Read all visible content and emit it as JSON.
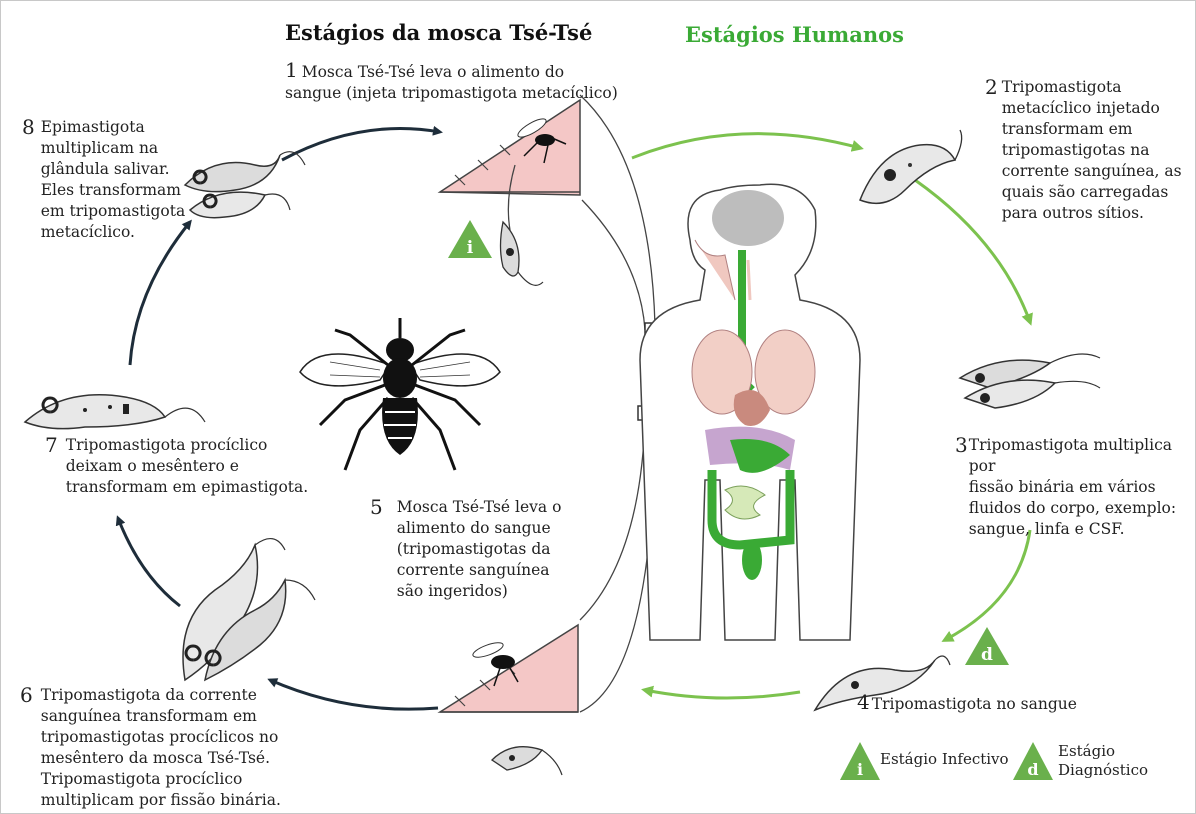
{
  "titles": {
    "fly": "Estágios da mosca Tsé-Tsé",
    "human": "Estágios Humanos"
  },
  "colors": {
    "human_green": "#3aaa35",
    "arrow_green": "#7cc24e",
    "arrow_dark": "#1e2d3a",
    "skin_pink": "#f4c7c6",
    "badge_green": "#6ab04c"
  },
  "steps": [
    {
      "num": "1",
      "text": "Mosca Tsé-Tsé leva o alimento do\nsangue (injeta tripomastigota metacíclico)"
    },
    {
      "num": "2",
      "text": "Tripomastigota\nmetacíclico injetado\ntransformam em\ntripomastigotas na\ncorrente sanguínea, as\nquais são carregadas\npara outros sítios."
    },
    {
      "num": "3",
      "text": "Tripomastigota multiplica por\nfissão binária em vários\nfluidos do corpo, exemplo:\nsangue, linfa e CSF."
    },
    {
      "num": "4",
      "text": "Tripomastigota no sangue"
    },
    {
      "num": "5",
      "text": "Mosca Tsé-Tsé leva o\nalimento do sangue\n(tripomastigotas da\ncorrente sanguínea\nsão ingeridos)"
    },
    {
      "num": "6",
      "text": "Tripomastigota da corrente\nsanguínea transformam em\ntripomastigotas procíclicos no\nmesêntero da mosca Tsé-Tsé.\nTripomastigota procíclico\nmultiplicam por fissão binária."
    },
    {
      "num": "7",
      "text": "Tripomastigota procíclico\ndeixam o mesêntero e\ntransformam em epimastigota."
    },
    {
      "num": "8",
      "text": "Epimastigota\nmultiplicam na\nglândula salivar.\nEles transformam\nem tripomastigota\nmetacíclico."
    }
  ],
  "badges": {
    "infective": "i",
    "diagnostic": "d"
  },
  "legend": {
    "infective_label": "Estágio Infectivo",
    "diagnostic_label": "Estágio\nDiagnóstico"
  }
}
